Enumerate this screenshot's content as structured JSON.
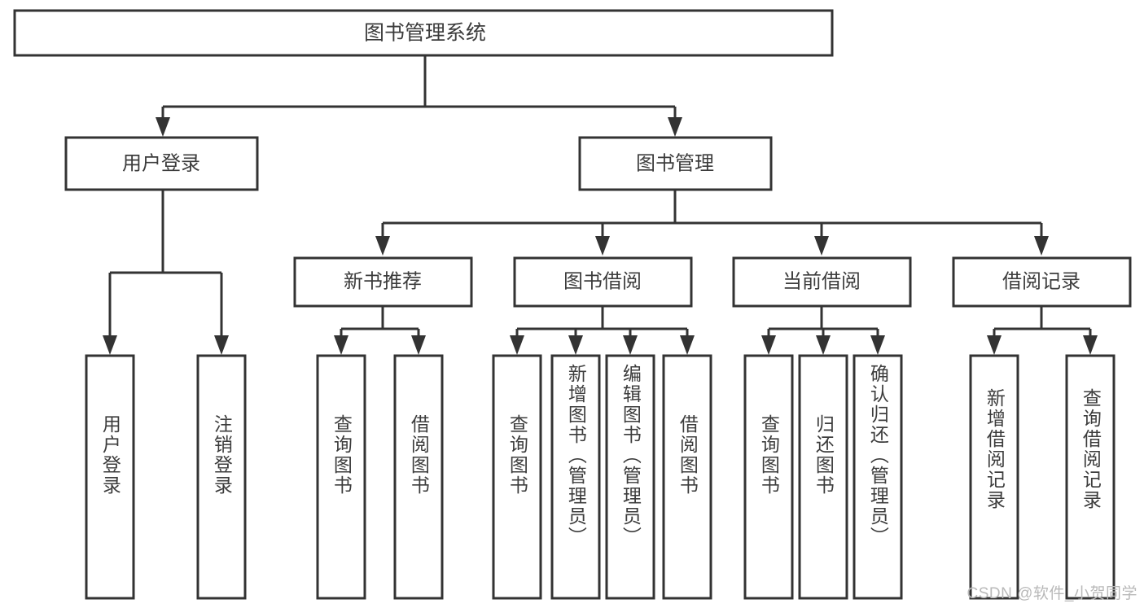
{
  "diagram": {
    "title": "图书管理系统",
    "type": "tree",
    "watermark": "CSDN @软件_小贺同学",
    "colors": {
      "stroke": "#333333",
      "fill": "#ffffff",
      "text": "#3c3c3c",
      "watermark": "#b9b9b9"
    },
    "root": {
      "label": "图书管理系统",
      "id": "root"
    },
    "level2": [
      {
        "id": "user-login",
        "label": "用户登录"
      },
      {
        "id": "book-management",
        "label": "图书管理"
      }
    ],
    "level3": [
      {
        "id": "new-book-recommend",
        "label": "新书推荐",
        "parent": "book-management"
      },
      {
        "id": "book-borrow",
        "label": "图书借阅",
        "parent": "book-management"
      },
      {
        "id": "current-borrow",
        "label": "当前借阅",
        "parent": "book-management"
      },
      {
        "id": "borrow-record",
        "label": "借阅记录",
        "parent": "book-management"
      }
    ],
    "leaves": [
      {
        "id": "leaf-user-login",
        "label": "用户登录",
        "parent": "user-login"
      },
      {
        "id": "leaf-user-logout",
        "label": "注销登录",
        "parent": "user-login"
      },
      {
        "id": "leaf-query-book-1",
        "label": "查询图书",
        "parent": "new-book-recommend"
      },
      {
        "id": "leaf-borrow-book-1",
        "label": "借阅图书",
        "parent": "new-book-recommend"
      },
      {
        "id": "leaf-query-book-2",
        "label": "查询图书",
        "parent": "book-borrow"
      },
      {
        "id": "leaf-add-book",
        "label": "新增图书（管理员）",
        "parent": "book-borrow"
      },
      {
        "id": "leaf-edit-book",
        "label": "编辑图书（管理员）",
        "parent": "book-borrow"
      },
      {
        "id": "leaf-borrow-book-2",
        "label": "借阅图书",
        "parent": "book-borrow"
      },
      {
        "id": "leaf-query-book-3",
        "label": "查询图书",
        "parent": "current-borrow"
      },
      {
        "id": "leaf-return-book",
        "label": "归还图书",
        "parent": "current-borrow"
      },
      {
        "id": "leaf-confirm-return",
        "label": "确认归还（管理员）",
        "parent": "current-borrow"
      },
      {
        "id": "leaf-add-record",
        "label": "新增借阅记录",
        "parent": "borrow-record"
      },
      {
        "id": "leaf-query-record",
        "label": "查询借阅记录",
        "parent": "borrow-record"
      }
    ]
  }
}
